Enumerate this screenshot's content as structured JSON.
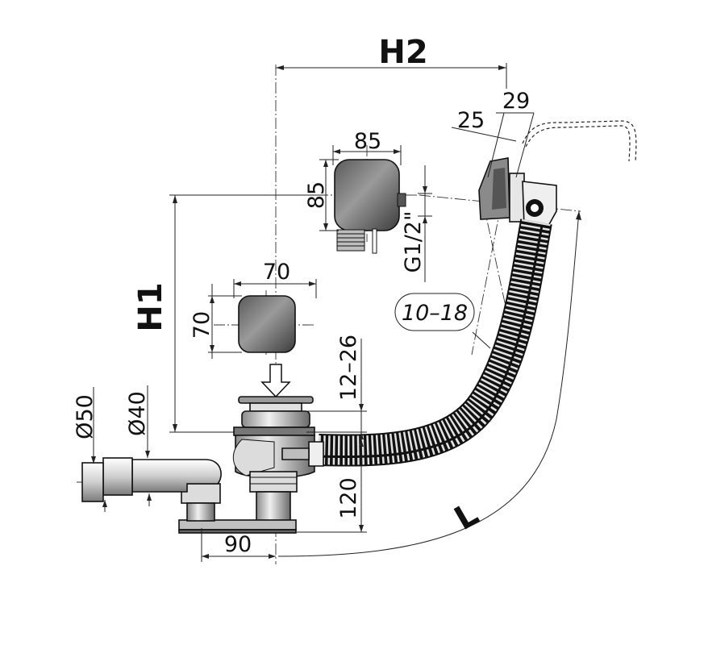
{
  "labels": {
    "h2": "H2",
    "h1": "H1",
    "l": "L",
    "d50": "Ø50",
    "d40": "Ø40",
    "overflow_width": "85",
    "overflow_height": "85",
    "thread": "G1/2\"",
    "offset_29": "29",
    "offset_25": "25",
    "wall_range": "10–18",
    "cap_width": "70",
    "cap_height": "70",
    "adjust_range": "12–26",
    "height_120": "120",
    "width_90": "90"
  },
  "colors": {
    "line": "#111111",
    "metal_dark": "#4a4a4a",
    "metal_light": "#d8d8d8",
    "background": "#ffffff"
  }
}
